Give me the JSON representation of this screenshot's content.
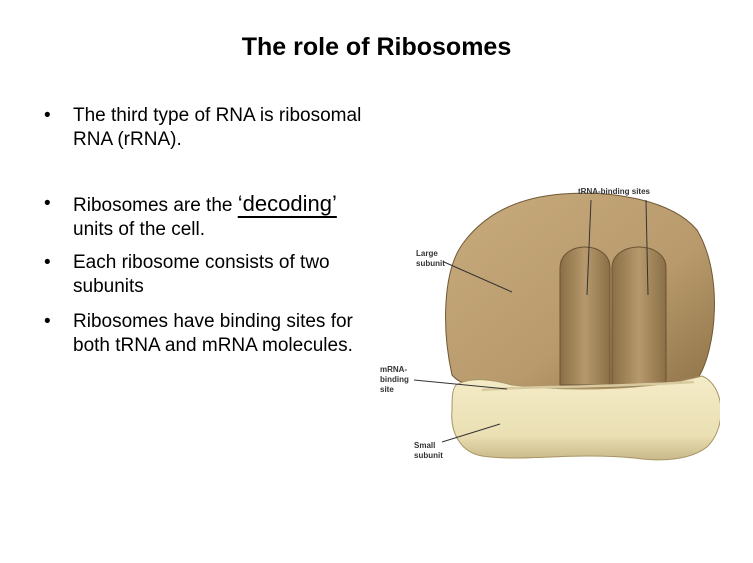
{
  "slide": {
    "title": "The role of Ribosomes",
    "bullet_glyph": "•",
    "bullets": [
      {
        "text": "The third type of RNA is ribosomal RNA (rRNA)."
      },
      {
        "pre": "Ribosomes are the ",
        "emph": "‘decoding’ ",
        "post": "units of the cell."
      },
      {
        "text": "Each ribosome consists of two subunits"
      },
      {
        "text": "Ribosomes have binding sites for both tRNA and mRNA molecules."
      }
    ]
  },
  "figure": {
    "labels": {
      "trna_sites": "tRNA-binding sites",
      "large_line1": "Large",
      "large_line2": "subunit",
      "mrna_line1": "mRNA-",
      "mrna_line2": "binding",
      "mrna_line3": "site",
      "small_line1": "Small",
      "small_line2": "subunit"
    },
    "colors": {
      "large_subunit": "#b89a6c",
      "large_subunit_dark": "#8f7347",
      "small_subunit": "#ebe0b4",
      "small_subunit_dark": "#c9b98a"
    }
  }
}
